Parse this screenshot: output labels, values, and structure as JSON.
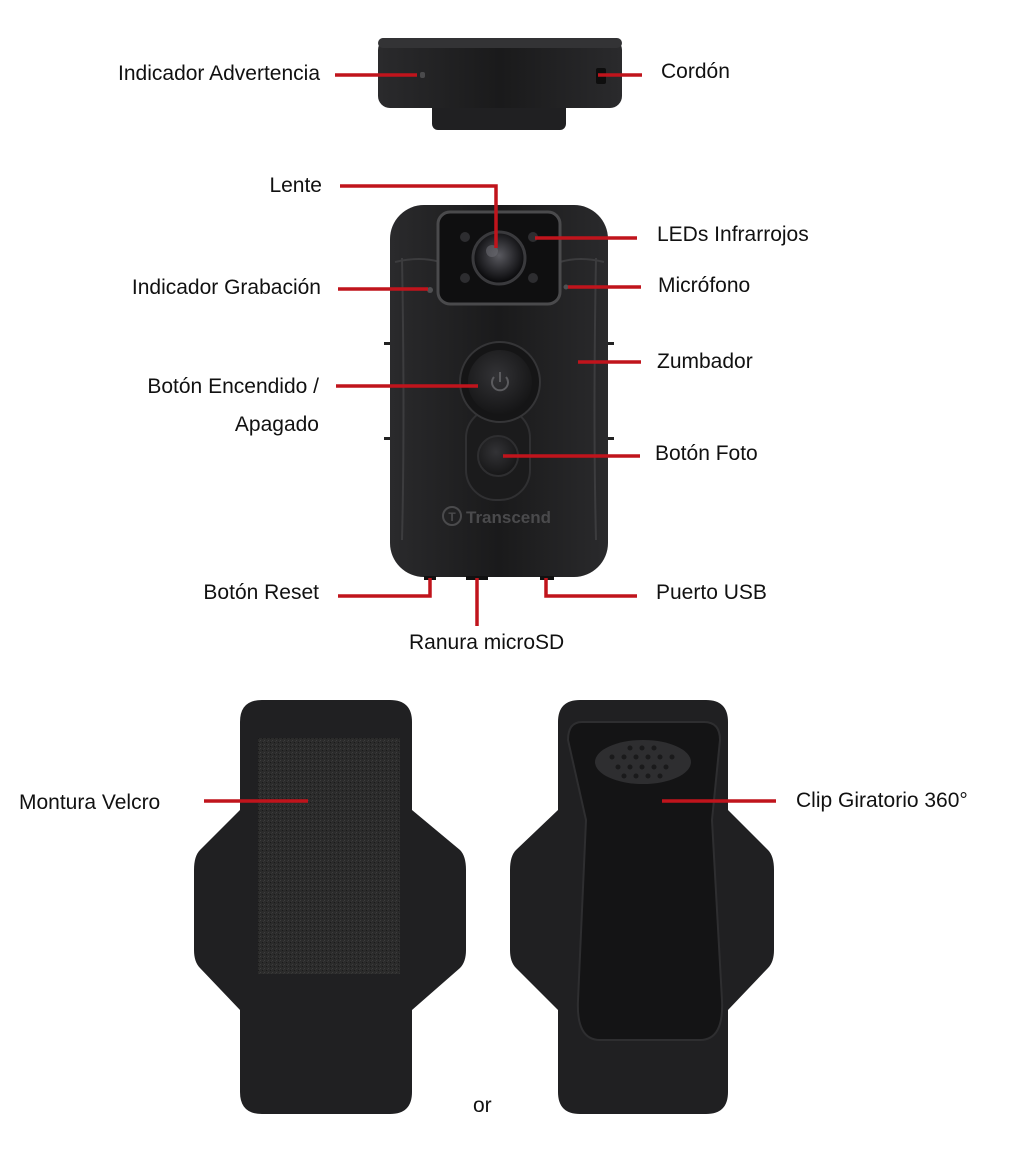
{
  "labels": {
    "indicador_advertencia": "Indicador Advertencia",
    "cordon": "Cordón",
    "lente": "Lente",
    "leds_infrarrojos": "LEDs Infrarrojos",
    "indicador_grabacion": "Indicador Grabación",
    "microfono": "Micrófono",
    "zumbador": "Zumbador",
    "boton_encendido_1": "Botón Encendido /",
    "boton_encendido_2": "Apagado",
    "boton_foto": "Botón Foto",
    "boton_reset": "Botón Reset",
    "puerto_usb": "Puerto USB",
    "ranura_microsd": "Ranura microSD",
    "montura_velcro": "Montura Velcro",
    "clip_giratorio": "Clip Giratorio 360°",
    "or": "or"
  },
  "brand": "Transcend",
  "colors": {
    "leader_line": "#c0141c",
    "device_body": "#1c1c1e",
    "device_edge": "#3a3a3c",
    "text": "#111111"
  }
}
